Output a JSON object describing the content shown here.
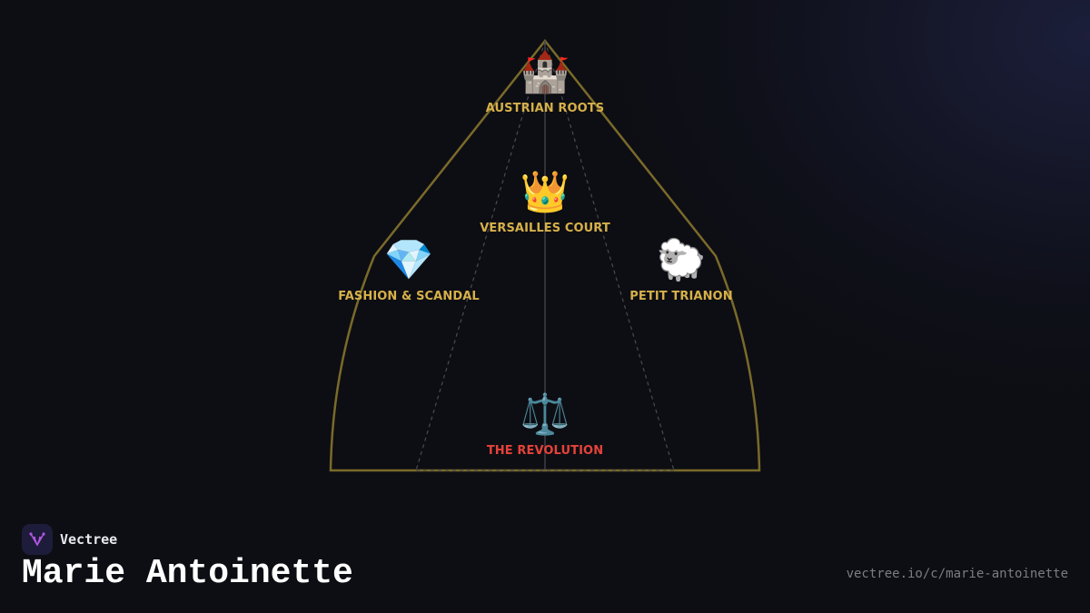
{
  "colors": {
    "outline": "#7a6a2a",
    "label_gold": "#d6b04a",
    "label_red": "#e5423a",
    "spoke": "#4a4a52",
    "logo_accent": "#b056e0"
  },
  "diagram": {
    "nodes": [
      {
        "id": "austrian-roots",
        "icon": "castle-icon",
        "emoji": "🏰",
        "label": "AUSTRIAN ROOTS"
      },
      {
        "id": "versailles-court",
        "icon": "crown-icon",
        "emoji": "👑",
        "label": "VERSAILLES COURT"
      },
      {
        "id": "fashion-scandal",
        "icon": "gem-icon",
        "emoji": "💎",
        "label": "FASHION & SCANDAL"
      },
      {
        "id": "petit-trianon",
        "icon": "sheep-icon",
        "emoji": "🐑",
        "label": "PETIT TRIANON"
      },
      {
        "id": "the-revolution",
        "icon": "scales-icon",
        "emoji": "⚖️",
        "label": "THE REVOLUTION"
      }
    ]
  },
  "brand": {
    "name": "Vectree",
    "logo_icon": "vectree-logo-icon"
  },
  "page": {
    "title": "Marie Antoinette",
    "url": "vectree.io/c/marie-antoinette"
  }
}
